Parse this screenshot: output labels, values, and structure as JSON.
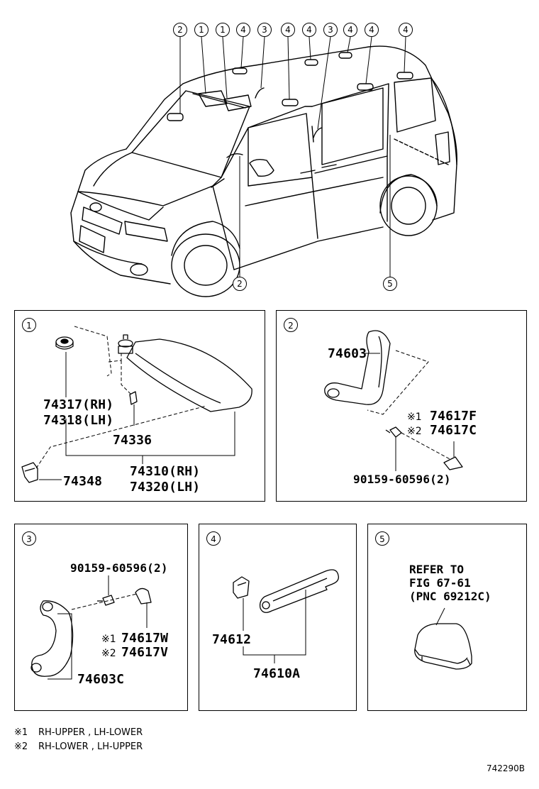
{
  "overview": {
    "callouts_top": [
      "2",
      "1",
      "1",
      "4",
      "3",
      "4",
      "4",
      "3",
      "4",
      "4",
      "4"
    ],
    "callouts_bottom": [
      "2",
      "5"
    ]
  },
  "panel1": {
    "num": "1",
    "parts": {
      "p74317": "74317(RH)",
      "p74318": "74318(LH)",
      "p74336": "74336",
      "p74348": "74348",
      "p74310": "74310(RH)",
      "p74320": "74320(LH)"
    }
  },
  "panel2": {
    "num": "2",
    "parts": {
      "p74603": "74603",
      "m1": "※1",
      "p74617F": "74617F",
      "m2": "※2",
      "p74617C": "74617C",
      "bolt": "90159-60596(2)"
    }
  },
  "panel3": {
    "num": "3",
    "parts": {
      "bolt": "90159-60596(2)",
      "m1": "※1",
      "p74617W": "74617W",
      "m2": "※2",
      "p74617V": "74617V",
      "p74603C": "74603C"
    }
  },
  "panel4": {
    "num": "4",
    "parts": {
      "p74612": "74612",
      "p74610A": "74610A"
    }
  },
  "panel5": {
    "num": "5",
    "refer": "REFER TO\nFIG 67-61\n(PNC 69212C)"
  },
  "notes": [
    {
      "mark": "※1",
      "text": "RH-UPPER , LH-LOWER"
    },
    {
      "mark": "※2",
      "text": "RH-LOWER , LH-UPPER"
    }
  ],
  "figure_code": "742290B"
}
